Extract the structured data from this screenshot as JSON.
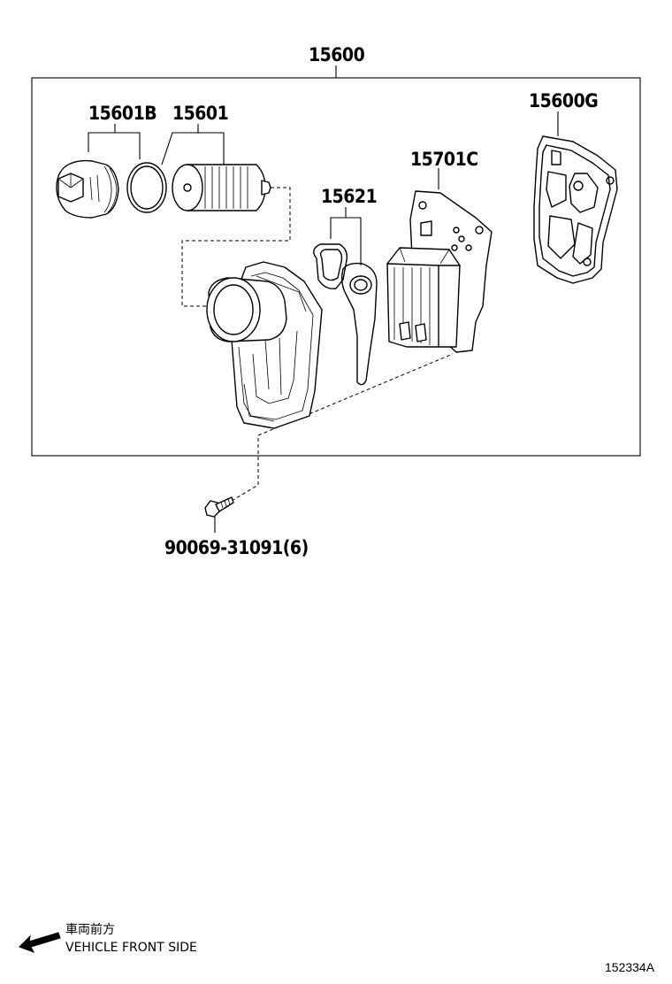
{
  "labels": {
    "assembly": "15600",
    "cap": "15601B",
    "element": "15601",
    "gasket_set": "15600G",
    "cooler": "15701C",
    "gasket": "15621",
    "bolt": "90069-31091(6)"
  },
  "note": {
    "japanese": "車両前方",
    "english": "VEHICLE FRONT SIDE"
  },
  "figure_id": "152334A"
}
